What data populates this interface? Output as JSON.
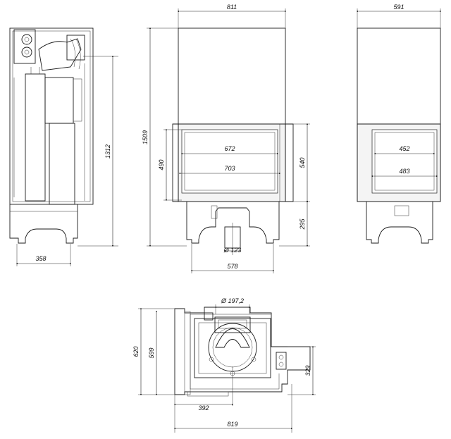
{
  "front_view": {
    "width": "811",
    "height": "1509",
    "glass_height": "490",
    "glass_width_inner": "672",
    "glass_width_outer": "703",
    "door_height": "540",
    "base_height": "295",
    "flue_diameter": "Ø 123",
    "base_width": "578"
  },
  "side_view_left": {
    "height": "1312",
    "depth": "358"
  },
  "side_view_right": {
    "width": "591",
    "glass_width_inner": "452",
    "glass_width_outer": "483"
  },
  "top_view": {
    "flue_diameter": "Ø 197,2",
    "depth_total": "620",
    "depth_inner": "599",
    "offset": "329",
    "center_distance": "392",
    "width_total": "819"
  }
}
